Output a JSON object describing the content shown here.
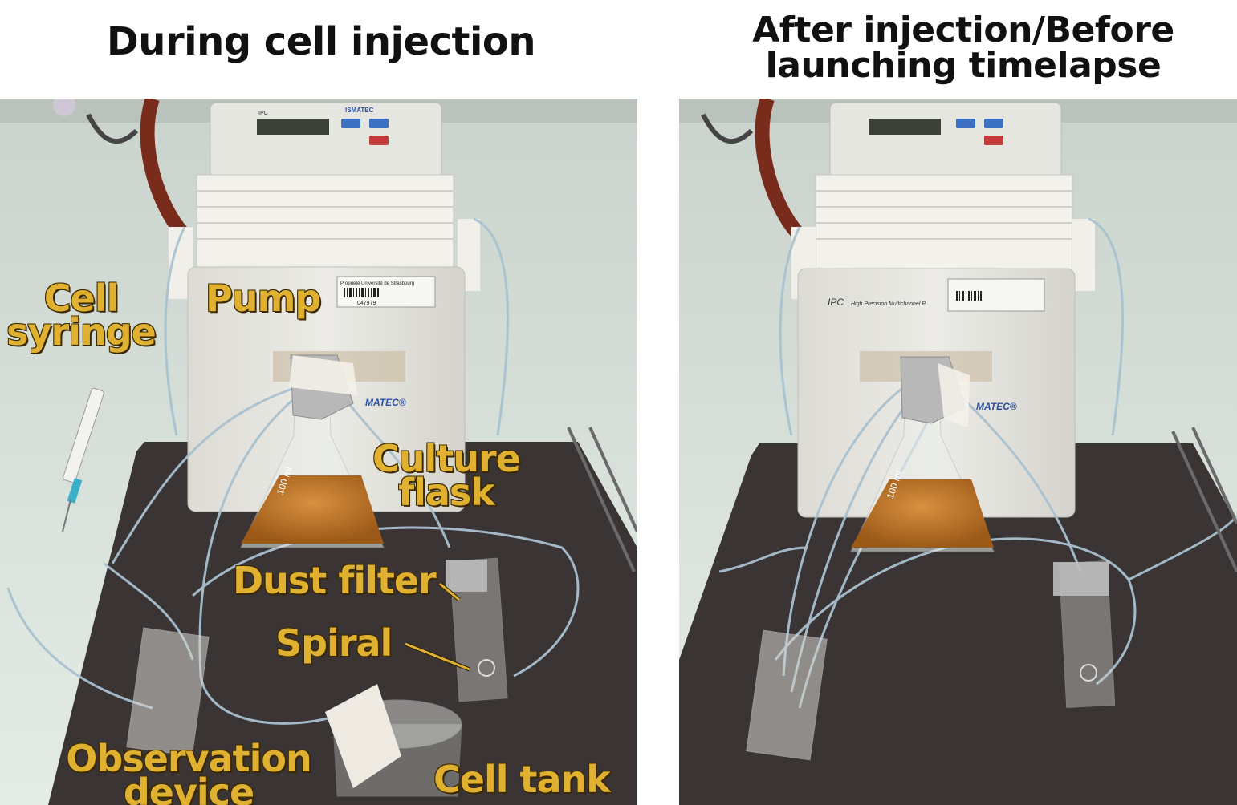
{
  "titles": {
    "left": "During cell injection",
    "right": "After injection/Before\nlaunching timelapse"
  },
  "callouts": {
    "cell_syringe": "Cell\nsyringe",
    "pump": "Pump",
    "culture_flask": "Culture\nflask",
    "dust_filter": "Dust filter",
    "spiral": "Spiral",
    "observation_device": "Observation\ndevice",
    "cell_tank": "Cell tank"
  },
  "photo_text": {
    "pump_brand": "ISMATEC",
    "pump_model": "IPC",
    "pump_brand_partial": "MATEC®",
    "pump_description": "High Precision Multichannel P",
    "property_label": "Propriété Université de Strasbourg",
    "inventory_number": "047979",
    "flask_volume": "100 ml"
  },
  "colors": {
    "callout_fill": "#e0b131",
    "callout_outline": "#2a1c00",
    "bench": "#dfe8e2",
    "mat": "#3a3534",
    "pump_body": "#e9e8e2",
    "medium": "#c07a28"
  }
}
